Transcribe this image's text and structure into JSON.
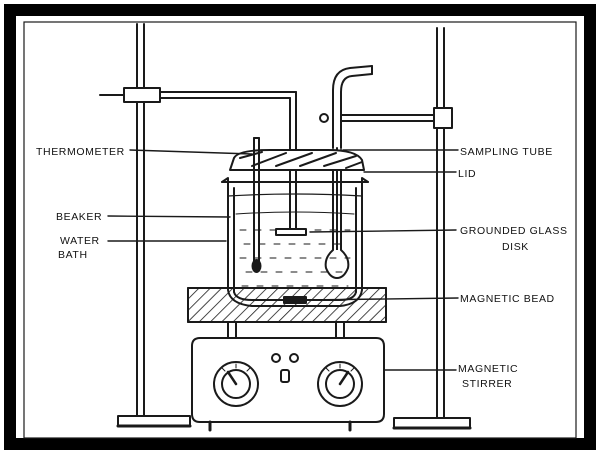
{
  "labels": {
    "thermometer": "THERMOMETER",
    "beaker": "BEAKER",
    "water_bath_line1": "WATER",
    "water_bath_line2": "BATH",
    "sampling_tube": "SAMPLING TUBE",
    "lid": "LID",
    "grounded_glass_disk_line1": "GROUNDED GLASS",
    "grounded_glass_disk_line2": "DISK",
    "magnetic_bead": "MAGNETIC BEAD",
    "magnetic_stirrer_line1": "MAGNETIC",
    "magnetic_stirrer_line2": "STIRRER"
  },
  "colors": {
    "border": "#000000",
    "ink": "#1a1a1a",
    "background": "#ffffff"
  }
}
